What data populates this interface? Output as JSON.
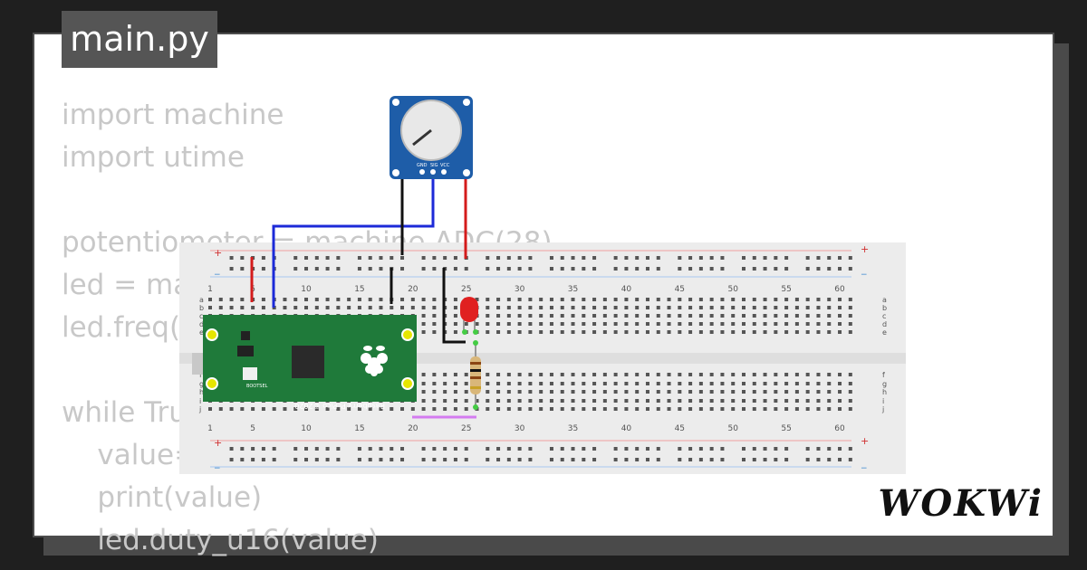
{
  "file_tab": {
    "label": "main.py"
  },
  "code": {
    "lines": [
      "import machine",
      "import utime",
      "",
      "potentiometer = machine.ADC(28)",
      "led = ma",
      "led.freq(1",
      "",
      "while Tru",
      "    value=",
      "    print(value)",
      "    led.duty_u16(value)"
    ]
  },
  "breadboard": {
    "column_numbers": [
      "1",
      "5",
      "10",
      "15",
      "20",
      "25",
      "30",
      "35",
      "40",
      "45",
      "50",
      "55",
      "60"
    ],
    "row_letters_top": [
      "a",
      "b",
      "c",
      "d",
      "e"
    ],
    "row_letters_bottom": [
      "f",
      "g",
      "h",
      "i",
      "j"
    ],
    "rail_plus": "+",
    "rail_minus": "−"
  },
  "potentiometer": {
    "pin_labels": [
      "GND",
      "SIG",
      "VCC"
    ]
  },
  "pico": {
    "board_text": "Raspberry Pi Pico ©2020",
    "button_text": "BOOTSEL"
  },
  "brand": {
    "logo": "WOKWi"
  },
  "colors": {
    "wire_red": "#d41b1b",
    "wire_blue": "#1c2ad8",
    "wire_black": "#111111",
    "wire_violet": "#d47cf0",
    "pico_green": "#1f7a3a",
    "pot_blue": "#1e5da8",
    "led_red": "#e02020"
  }
}
